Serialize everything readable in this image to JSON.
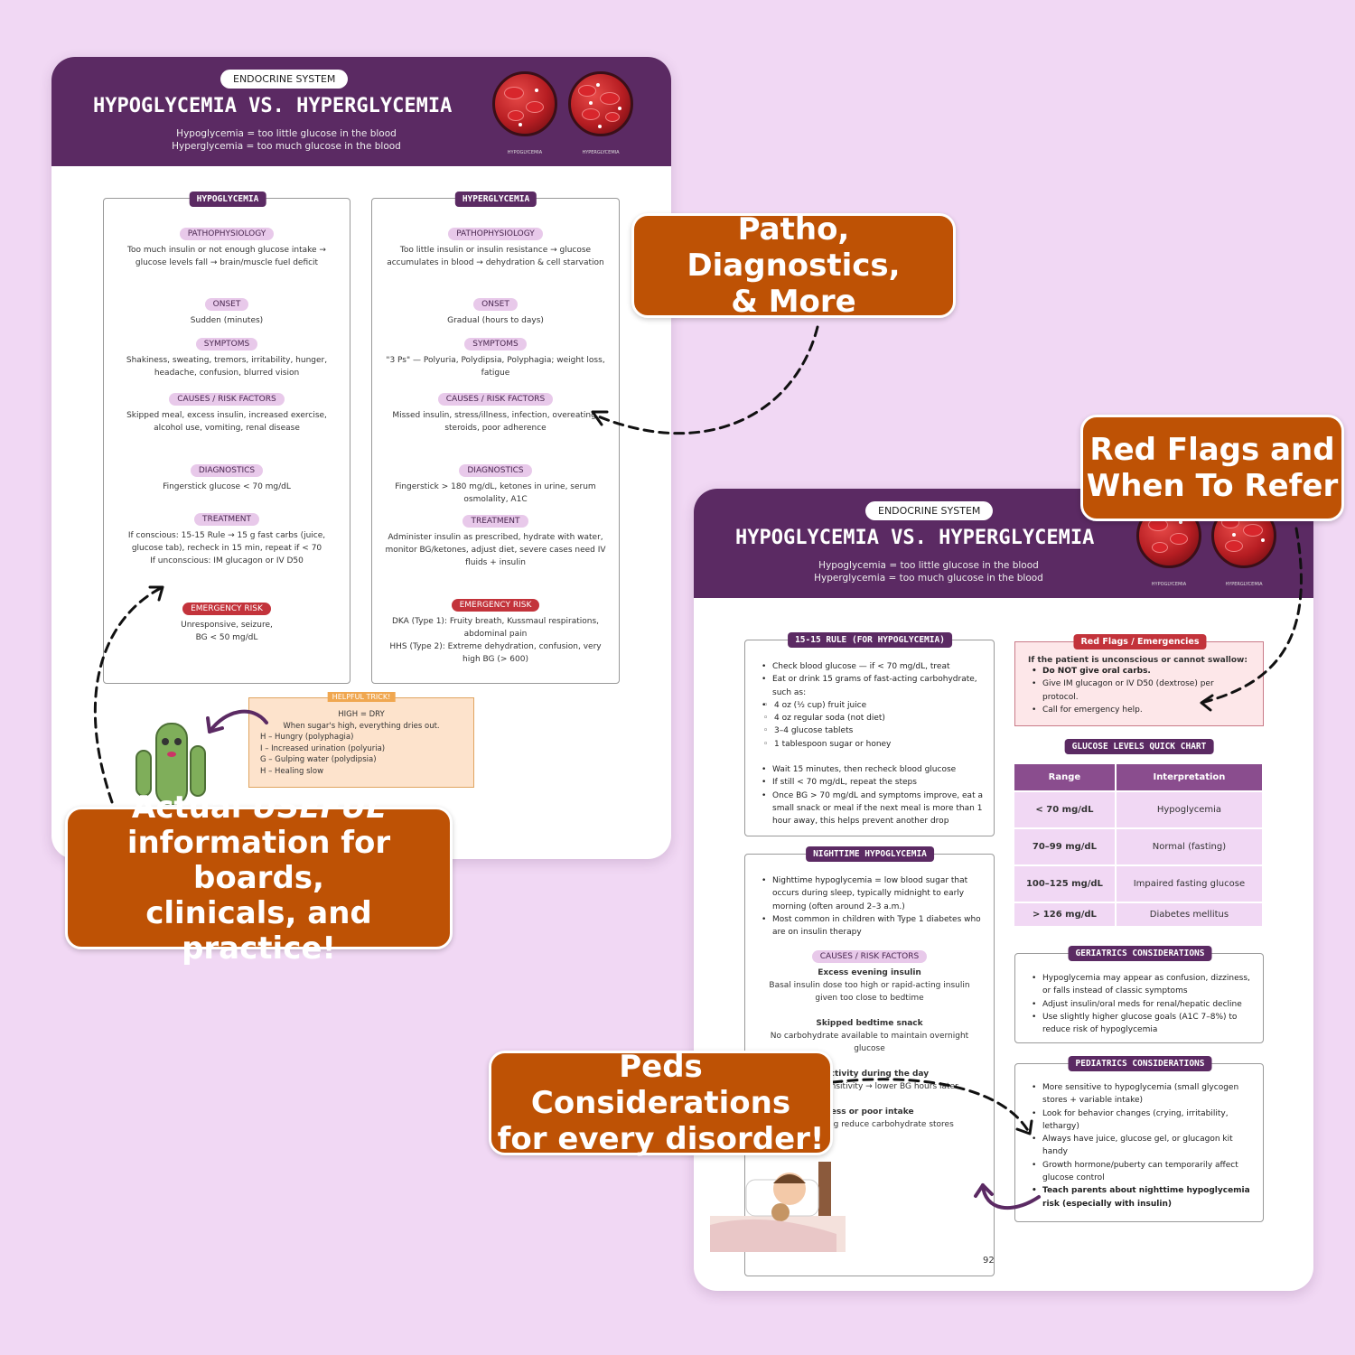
{
  "page1": {
    "tag": "ENDOCRINE SYSTEM",
    "title": "HYPOGLYCEMIA VS. HYPERGLYCEMIA",
    "sub1": "Hypoglycemia = too little glucose in the blood",
    "sub2": "Hyperglycemia = too much glucose in the blood",
    "cell1": "HYPOGLYCEMIA",
    "cell2": "HYPERGLYCEMIA",
    "hypo": {
      "title": "HYPOGLYCEMIA",
      "patho_h": "PATHOPHYSIOLOGY",
      "patho": "Too much insulin or not enough glucose intake → glucose levels fall → brain/muscle fuel deficit",
      "onset_h": "ONSET",
      "onset": "Sudden (minutes)",
      "sym_h": "SYMPTOMS",
      "sym": "Shakiness, sweating, tremors, irritability, hunger, headache, confusion, blurred vision",
      "cause_h": "CAUSES / RISK FACTORS",
      "cause": "Skipped meal, excess insulin, increased exercise, alcohol use, vomiting, renal disease",
      "diag_h": "DIAGNOSTICS",
      "diag": "Fingerstick glucose < 70 mg/dL",
      "tx_h": "TREATMENT",
      "tx1": "If conscious: 15-15 Rule → 15 g fast carbs (juice, glucose tab), recheck in 15 min, repeat if < 70",
      "tx2": "If unconscious: IM glucagon or IV D50",
      "er_h": "EMERGENCY RISK",
      "er": "Unresponsive, seizure, BG < 50 mg/dL"
    },
    "hyper": {
      "title": "HYPERGLYCEMIA",
      "patho_h": "PATHOPHYSIOLOGY",
      "patho": "Too little insulin or insulin resistance → glucose accumulates in blood → dehydration & cell starvation",
      "onset_h": "ONSET",
      "onset": "Gradual (hours to days)",
      "sym_h": "SYMPTOMS",
      "sym": "\"3 Ps\" — Polyuria, Polydipsia, Polyphagia; weight loss, fatigue",
      "cause_h": "CAUSES / RISK FACTORS",
      "cause": "Missed insulin, stress/illness, infection, overeating, steroids, poor adherence",
      "diag_h": "DIAGNOSTICS",
      "diag": "Fingerstick > 180 mg/dL, ketones in urine, serum osmolality, A1C",
      "tx_h": "TREATMENT",
      "tx": "Administer insulin as prescribed, hydrate with water, monitor BG/ketones, adjust diet, severe cases need IV fluids + insulin",
      "er_h": "EMERGENCY RISK",
      "er1": "DKA (Type 1): Fruity breath, Kussmaul respirations, abdominal pain",
      "er2": "HHS (Type 2): Extreme dehydration, confusion, very high BG (> 600)"
    },
    "trick": {
      "title": "HELPFUL TRICK!",
      "l1": "HIGH = DRY",
      "l2": "When sugar's high, everything dries out.",
      "h": "H – Hungry (polyphagia)",
      "i": "I – Increased urination (polyuria)",
      "g": "G – Gulping water (polydipsia)",
      "h2": "H – Healing slow"
    }
  },
  "page2": {
    "tag": "ENDOCRINE SYSTEM",
    "title": "HYPOGLYCEMIA VS. HYPERGLYCEMIA",
    "sub1": "Hypoglycemia = too little glucose in the blood",
    "sub2": "Hyperglycemia = too much glucose in the blood",
    "cell1": "HYPOGLYCEMIA",
    "cell2": "HYPERGLYCEMIA",
    "rule_title": "15-15 RULE (FOR HYPOGLYCEMIA)",
    "rule": {
      "b1": "Check blood glucose — if < 70 mg/dL, treat",
      "b2": "Eat or drink 15 grams of fast-acting carbohydrate, such as:",
      "s1": "4 oz (½ cup) fruit juice",
      "s2": "4 oz regular soda (not diet)",
      "s3": "3–4 glucose tablets",
      "s4": "1 tablespoon sugar or honey",
      "b3": "Wait 15 minutes, then recheck blood glucose",
      "b4": "If still < 70 mg/dL, repeat the steps",
      "b5": "Once BG > 70 mg/dL and symptoms improve, eat a small snack or meal if the next meal is more than 1 hour away, this helps prevent another drop"
    },
    "night_title": "NIGHTTIME HYPOGLYCEMIA",
    "night": {
      "b1": "Nighttime hypoglycemia = low blood sugar that occurs during sleep, typically midnight to early morning (often around 2–3 a.m.)",
      "b2": "Most common in children with Type 1 diabetes who are on insulin therapy",
      "cause_h": "CAUSES / RISK FACTORS",
      "c1h": "Excess evening insulin",
      "c1": "Basal insulin dose too high or rapid-acting insulin given too close to bedtime",
      "c2h": "Skipped bedtime snack",
      "c2": "No carbohydrate available to maintain overnight glucose",
      "c3h": "ed activity during the day",
      "c3": "es insulin sensitivity → lower BG hours later",
      "c4h": "ness or poor intake",
      "c4": "s or vomiting reduce carbohydrate stores"
    },
    "rf_title": "Red Flags / Emergencies",
    "rf": {
      "l1": "If the patient is unconscious or cannot swallow:",
      "b1": "Do NOT give oral carbs.",
      "b2": "Give IM glucagon or IV D50 (dextrose) per protocol.",
      "b3": "Call for emergency help."
    },
    "gl_title": "GLUCOSE LEVELS QUICK CHART",
    "gl_head": [
      "Range",
      "Interpretation"
    ],
    "gl_rows": [
      [
        "< 70 mg/dL",
        "Hypoglycemia"
      ],
      [
        "70–99 mg/dL",
        "Normal (fasting)"
      ],
      [
        "100–125 mg/dL",
        "Impaired fasting glucose"
      ],
      [
        "> 126 mg/dL",
        "Diabetes mellitus"
      ]
    ],
    "geri_title": "GERIATRICS CONSIDERATIONS",
    "geri": [
      "Hypoglycemia may appear as confusion, dizziness, or falls instead of classic symptoms",
      "Adjust insulin/oral meds for renal/hepatic decline",
      "Use slightly higher glucose goals (A1C 7–8%) to reduce risk of hypoglycemia"
    ],
    "peds_title": "PEDIATRICS CONSIDERATIONS",
    "peds": [
      "More sensitive to hypoglycemia (small glycogen stores + variable intake)",
      "Look for behavior changes (crying, irritability, lethargy)",
      "Always have juice, glucose gel, or glucagon kit handy",
      "Growth hormone/puberty can temporarily affect glucose control",
      "Teach parents about nighttime hypoglycemia risk (especially with insulin)"
    ],
    "page_num": "92"
  },
  "callouts": {
    "patho": [
      "Patho, Diagnostics,",
      "& More"
    ],
    "red": [
      "Red Flags and",
      "When To Refer"
    ],
    "useful_a": "Actual ",
    "useful_b": "USEFUL",
    "useful_2": "information for boards,",
    "useful_3": "clinicals, and practice!",
    "peds": [
      "Peds Considerations",
      "for every disorder!"
    ]
  },
  "colors": {
    "header": "#5b2a63",
    "callout": "#be5205",
    "background": "#f1d8f4",
    "table_head": "#8a4d8e"
  }
}
